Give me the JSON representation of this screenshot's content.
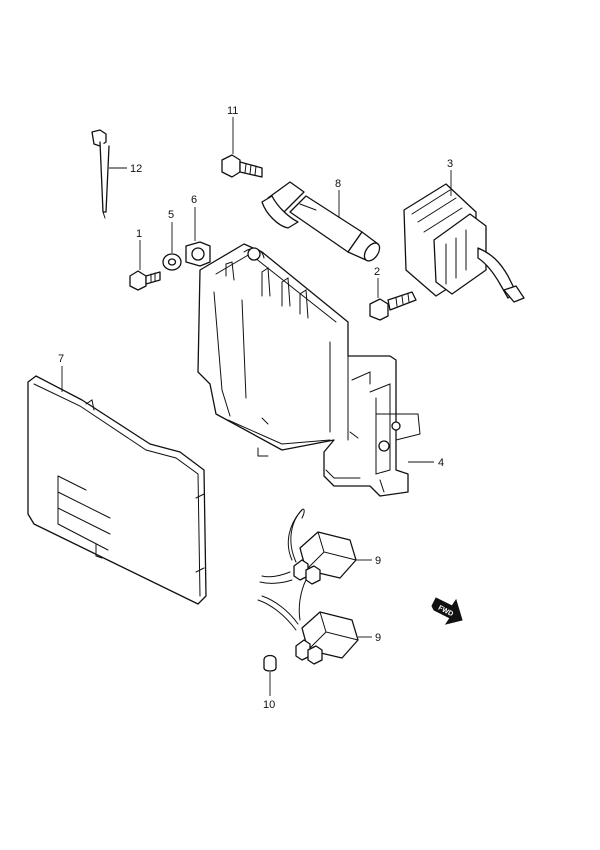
{
  "callouts": {
    "c1": "1",
    "c2": "2",
    "c3": "3",
    "c4": "4",
    "c5": "5",
    "c6": "6",
    "c7": "7",
    "c8": "8",
    "c9a": "9",
    "c9b": "9",
    "c10": "10",
    "c11": "11",
    "c12": "12"
  },
  "fwd_label": "FWD",
  "colors": {
    "line": "#111111",
    "background": "#ffffff"
  }
}
